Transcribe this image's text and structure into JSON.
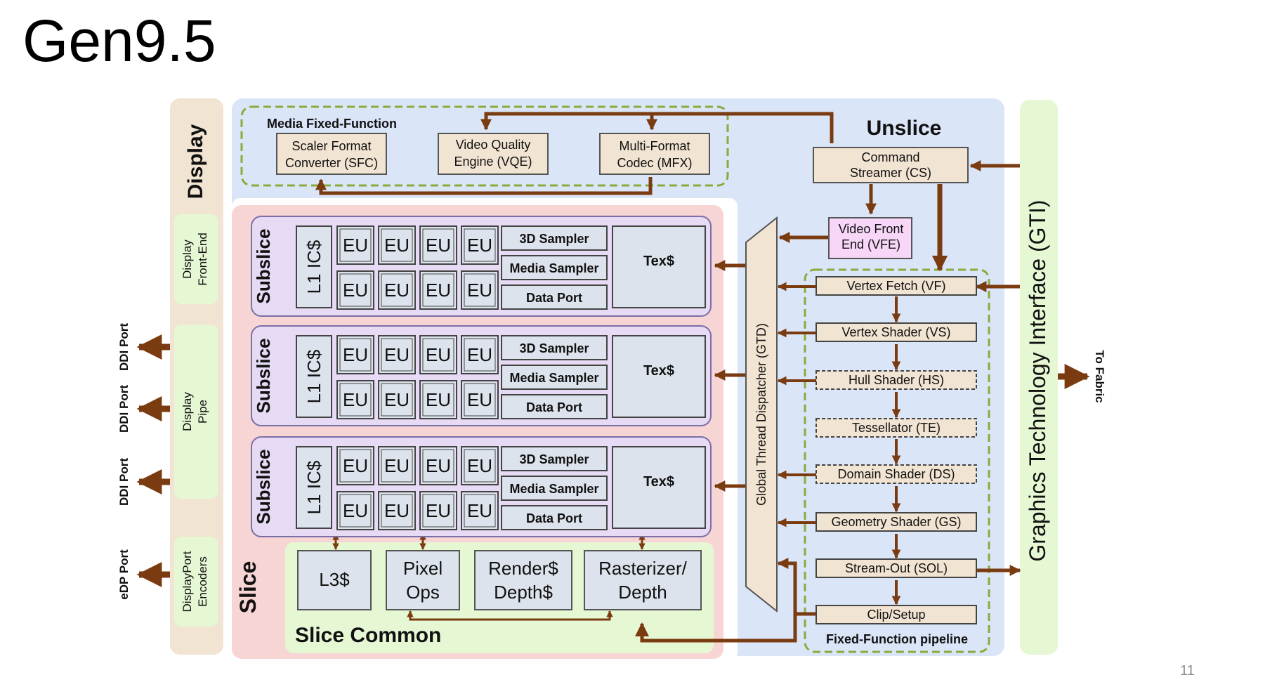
{
  "slide": {
    "title": "Gen9.5",
    "page_number": "11"
  },
  "display": {
    "title": "Display",
    "front_end": [
      "Display",
      "Front-End"
    ],
    "pipe": [
      "Display",
      "Pipe"
    ],
    "encoders": [
      "DisplayPort",
      "Encoders"
    ],
    "ports": [
      "DDI Port",
      "DDI Port",
      "DDI Port",
      "eDP Port"
    ]
  },
  "media": {
    "title": "Media Fixed-Function",
    "boxes": [
      [
        "Scaler Format",
        "Converter (SFC)"
      ],
      [
        "Video Quality",
        "Engine (VQE)"
      ],
      [
        "Multi-Format",
        "Codec (MFX)"
      ]
    ]
  },
  "unslice": {
    "title": "Unslice",
    "cs": [
      "Command",
      "Streamer (CS)"
    ],
    "vfe": [
      "Video Front",
      "End (VFE)"
    ],
    "gtd": "Global Thread Dispatcher (GTD)"
  },
  "pipeline": {
    "title": "Fixed-Function pipeline",
    "stages": [
      "Vertex Fetch (VF)",
      "Vertex Shader (VS)",
      "Hull Shader (HS)",
      "Tessellator (TE)",
      "Domain Shader (DS)",
      "Geometry Shader (GS)",
      "Stream-Out (SOL)",
      "Clip/Setup"
    ]
  },
  "slice": {
    "title": "Slice",
    "subslice_label": "Subslice",
    "l1": "L1 IC$",
    "eu": "EU",
    "samplers": [
      "3D Sampler",
      "Media Sampler",
      "Data Port"
    ],
    "tex": "Tex$",
    "common_title": "Slice Common",
    "l3": "L3$",
    "pixel_ops": [
      "Pixel",
      "Ops"
    ],
    "render": [
      "Render$",
      "Depth$"
    ],
    "raster": [
      "Rasterizer/",
      "Depth"
    ]
  },
  "gti": {
    "title": "Graphics Technology Interface (GTI)",
    "fabric": "To Fabric"
  },
  "colors": {
    "arrow": "#7a3b10",
    "unslice_bg": "#dbe5f8",
    "slice_bg": "#f8d5d5",
    "display_bg": "#f2e4d2",
    "green_bg": "#e6f7d4",
    "subslice_bg": "#e6daf4",
    "box_tan": "#f2e4d2",
    "box_gray": "#dde3ec",
    "vfe_pink": "#f7d6f7",
    "dash_green": "#8aab3c"
  }
}
